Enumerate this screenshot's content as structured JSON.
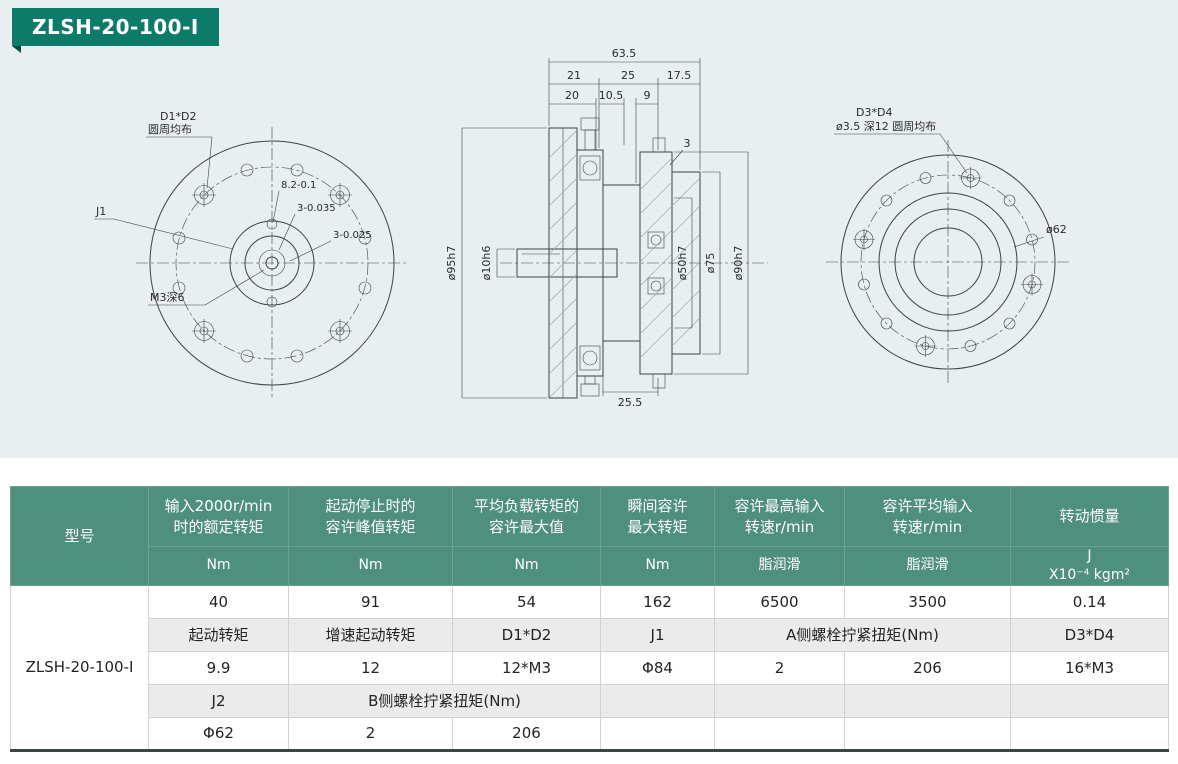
{
  "badge": {
    "label": "ZLSH-20-100-I"
  },
  "colors": {
    "badge_bg": "#0c7b69",
    "table_header_bg": "#4f8f7d",
    "alt_row_bg": "#ebebeb",
    "drawing_bg": "#e9eef0"
  },
  "drawings": {
    "left_view": {
      "circumference_note_line1": "D1*D2",
      "circumference_note_line2": "圆周均布",
      "j1_label": "J1",
      "m3_label": "M3深6",
      "dim_8_2": "8.2-0.1",
      "dim_3a": "3-0.035",
      "dim_3b": "3-0.025"
    },
    "section_view": {
      "dim_total": "63.5",
      "dim_21": "21",
      "dim_25": "25",
      "dim_17_5": "17.5",
      "dim_20": "20",
      "dim_10_5": "10.5",
      "dim_9": "9",
      "dim_3": "3",
      "dia_95": "ø95h7",
      "dia_10": "ø10h6",
      "dia_50": "ø50h7",
      "dia_75": "ø75",
      "dia_90": "ø90h7",
      "dim_25_5": "25.5"
    },
    "right_view": {
      "circumference_note_line1": "D3*D4",
      "circumference_note_line2": "ø3.5 深12 圆周均布",
      "dia_62": "ø62"
    }
  },
  "table": {
    "model_header": "型号",
    "model_value": "ZLSH-20-100-I",
    "column_titles": [
      "输入2000r/min\n时的额定转矩",
      "起动停止时的\n容许峰值转矩",
      "平均负载转矩的\n容许最大值",
      "瞬间容许\n最大转矩",
      "容许最高输入\n转速r/min",
      "容许平均输入\n转速r/min",
      "转动惯量"
    ],
    "unit_row": [
      "Nm",
      "Nm",
      "Nm",
      "Nm",
      "脂润滑",
      "脂润滑",
      "J\nX10⁻⁴ kgm²"
    ],
    "rows": [
      {
        "cells": [
          "40",
          "91",
          "54",
          "162",
          "6500",
          "3500",
          "0.14"
        ]
      },
      {
        "cells": [
          "起动转矩",
          "增速起动转矩",
          "D1*D2",
          "J1",
          "A侧螺栓拧紧扭矩(Nm)",
          "D3*D4"
        ]
      },
      {
        "cells": [
          "9.9",
          "12",
          "12*M3",
          "Φ84",
          "2",
          "206",
          "16*M3"
        ]
      },
      {
        "cells": [
          "J2",
          "B侧螺栓拧紧扭矩(Nm)",
          "",
          "",
          "",
          ""
        ]
      },
      {
        "cells": [
          "Φ62",
          "2",
          "206",
          "",
          "",
          "",
          ""
        ]
      }
    ]
  }
}
